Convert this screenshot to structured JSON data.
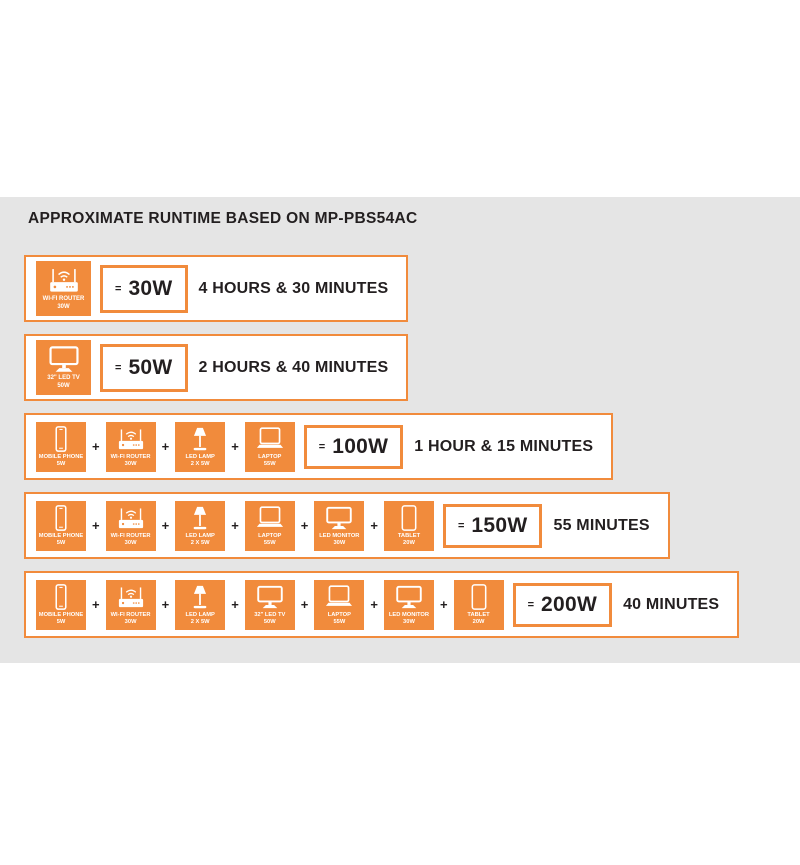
{
  "title": "APPROXIMATE RUNTIME BASED ON MP-PBS54AC",
  "signs": {
    "plus": "+",
    "equals": "="
  },
  "colors": {
    "orange": "#F18B3C",
    "panel_background": "#E5E5E5",
    "text": "#231F20",
    "tile_glyph": "#FFFFFF"
  },
  "rows": [
    {
      "devices": [
        {
          "icon": "wifi-router-icon",
          "label": "WI-FI ROUTER",
          "watts": "30W"
        }
      ],
      "total_watts": "30W",
      "runtime": "4 HOURS & 30 MINUTES"
    },
    {
      "devices": [
        {
          "icon": "led-tv-icon",
          "label": "32\" LED TV",
          "watts": "50W"
        }
      ],
      "total_watts": "50W",
      "runtime": "2 HOURS & 40 MINUTES"
    },
    {
      "devices": [
        {
          "icon": "mobile-phone-icon",
          "label": "MOBILE PHONE",
          "watts": "5W"
        },
        {
          "icon": "wifi-router-icon",
          "label": "WI-FI ROUTER",
          "watts": "30W"
        },
        {
          "icon": "led-lamp-icon",
          "label": "LED LAMP",
          "watts": "2 X 5W"
        },
        {
          "icon": "laptop-icon",
          "label": "LAPTOP",
          "watts": "55W"
        }
      ],
      "total_watts": "100W",
      "runtime": "1 HOUR & 15 MINUTES"
    },
    {
      "devices": [
        {
          "icon": "mobile-phone-icon",
          "label": "MOBILE PHONE",
          "watts": "5W"
        },
        {
          "icon": "wifi-router-icon",
          "label": "WI-FI ROUTER",
          "watts": "30W"
        },
        {
          "icon": "led-lamp-icon",
          "label": "LED LAMP",
          "watts": "2 X 5W"
        },
        {
          "icon": "laptop-icon",
          "label": "LAPTOP",
          "watts": "55W"
        },
        {
          "icon": "led-monitor-icon",
          "label": "LED MONITOR",
          "watts": "30W"
        },
        {
          "icon": "tablet-icon",
          "label": "TABLET",
          "watts": "20W"
        }
      ],
      "total_watts": "150W",
      "runtime": "55 MINUTES"
    },
    {
      "devices": [
        {
          "icon": "mobile-phone-icon",
          "label": "MOBILE PHONE",
          "watts": "5W"
        },
        {
          "icon": "wifi-router-icon",
          "label": "WI-FI ROUTER",
          "watts": "30W"
        },
        {
          "icon": "led-lamp-icon",
          "label": "LED LAMP",
          "watts": "2 X 5W"
        },
        {
          "icon": "led-tv-icon",
          "label": "32\" LED TV",
          "watts": "50W"
        },
        {
          "icon": "laptop-icon",
          "label": "LAPTOP",
          "watts": "55W"
        },
        {
          "icon": "led-monitor-icon",
          "label": "LED MONITOR",
          "watts": "30W"
        },
        {
          "icon": "tablet-icon",
          "label": "TABLET",
          "watts": "20W"
        }
      ],
      "total_watts": "200W",
      "runtime": "40 MINUTES"
    }
  ]
}
